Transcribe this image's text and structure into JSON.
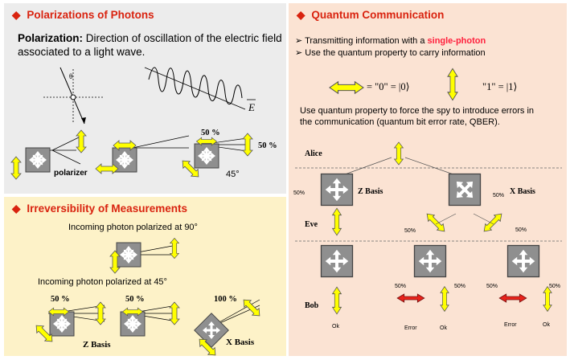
{
  "polarizations": {
    "title": "Polarizations of Photons",
    "def_label": "Polarization:",
    "def_text": " Direction of oscillation of the electric field",
    "def_text2": "associated to a light wave.",
    "theta": "θ",
    "efield": "E",
    "polarizer": "polarizer",
    "pct_top": "50 %",
    "pct_right": "50 %",
    "angle": "45°"
  },
  "irreversibility": {
    "title": "Irreversibility of Measurements",
    "line90": "Incoming photon polarized at 90°",
    "line45": "Incoming photon polarized at 45°",
    "pct1": "50 %",
    "pct2": "50 %",
    "pct3": "100 %",
    "zbasis": "Z Basis",
    "xbasis": "X Basis"
  },
  "quantum": {
    "title": "Quantum Communication",
    "bullet1_pre": "Transmitting information with a ",
    "bullet1_em": "single-photon",
    "bullet2": "Use the quantum property to carry information",
    "eq0": "= \"0\" = |0⟩",
    "eq1": "\"1\" = |1⟩",
    "spy1": "Use quantum property to force the spy to introduce errors in",
    "spy2": "the communication (quantum bit error rate, QBER).",
    "alice": "Alice",
    "eve": "Eve",
    "bob": "Bob",
    "zbasis": "Z Basis",
    "xbasis": "X Basis",
    "p50": "50%",
    "ok": "Ok",
    "error": "Error"
  },
  "colors": {
    "title_red": "#d9230f",
    "arrow_yellow": "#ffff00",
    "arrow_red": "#e8231b",
    "box_gray": "#8a8a8a"
  }
}
